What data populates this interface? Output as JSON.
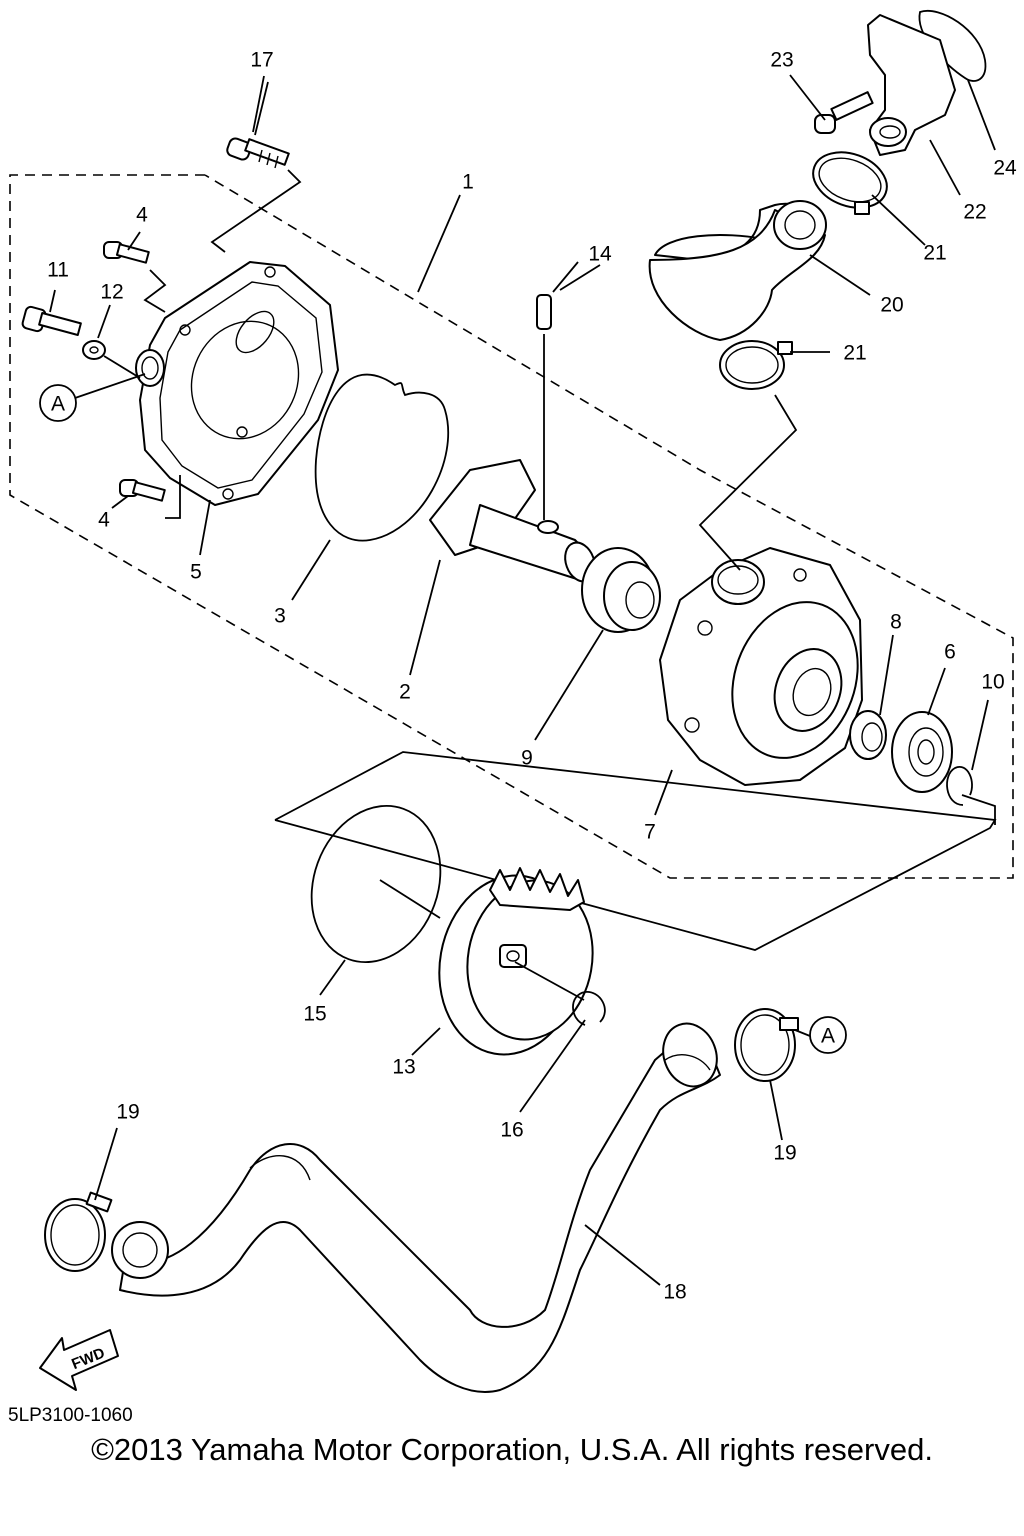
{
  "diagram": {
    "callouts": [
      "1",
      "2",
      "3",
      "4",
      "4",
      "5",
      "6",
      "7",
      "8",
      "9",
      "10",
      "11",
      "12",
      "13",
      "14",
      "15",
      "16",
      "17",
      "18",
      "19",
      "19",
      "20",
      "21",
      "21",
      "22",
      "23",
      "24"
    ],
    "reference_marks": [
      "A",
      "A"
    ],
    "fwd_arrow_label": "FWD"
  },
  "footer": {
    "drawing_code": "5LP3100-1060",
    "copyright": "©2013 Yamaha Motor Corporation, U.S.A. All rights reserved."
  }
}
